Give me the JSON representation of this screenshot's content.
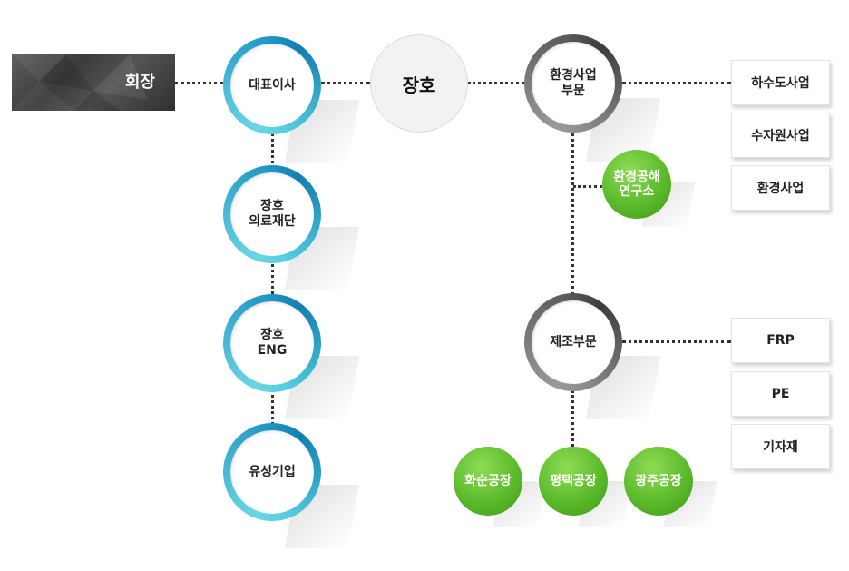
{
  "chairman": "회장",
  "ceo": "대표이사",
  "company": "장호",
  "left_column": [
    "장호\n의료재단",
    "장호\nENG",
    "유성기업"
  ],
  "environment_division": "환경사업\n부문",
  "research_institute": "환경공해\n연구소",
  "environment_units": [
    "하수도사업",
    "수자원사업",
    "환경사업"
  ],
  "manufacturing_division": "제조부문",
  "manufacturing_units": [
    "FRP",
    "PE",
    "기자재"
  ],
  "factories": [
    "화순공장",
    "평택공장",
    "광주공장"
  ],
  "colors": {
    "blue_ring": "#1e93c4",
    "gray_ring": "#555555",
    "green": "#5cba2b",
    "chairman_bg": "#454545"
  }
}
